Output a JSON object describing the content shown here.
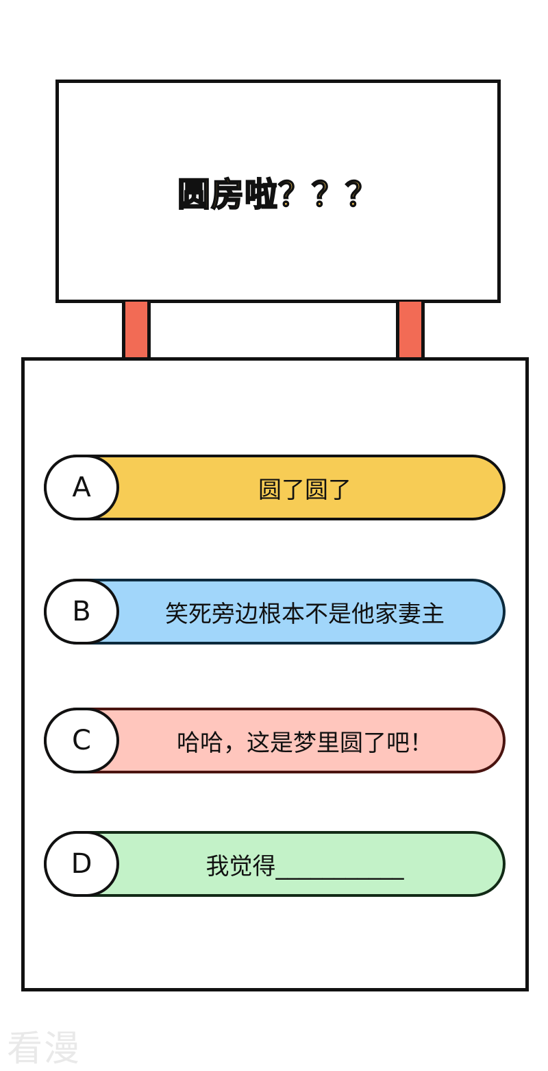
{
  "sign": {
    "title": "圆房啦？？？"
  },
  "options": [
    {
      "letter": "A",
      "text": "圆了圆了",
      "color": "#f7cc55"
    },
    {
      "letter": "B",
      "text": "笑死旁边根本不是他家妻主",
      "color": "#a1d6fa"
    },
    {
      "letter": "C",
      "text": "哈哈，这是梦里圆了吧！",
      "color": "#ffc6bd"
    },
    {
      "letter": "D",
      "text": "我觉得___________",
      "color": "#c3f2c8"
    }
  ],
  "watermark": "看漫",
  "colors": {
    "post": "#f26b55",
    "title_fill": "#f7c552",
    "outline": "#111111"
  }
}
